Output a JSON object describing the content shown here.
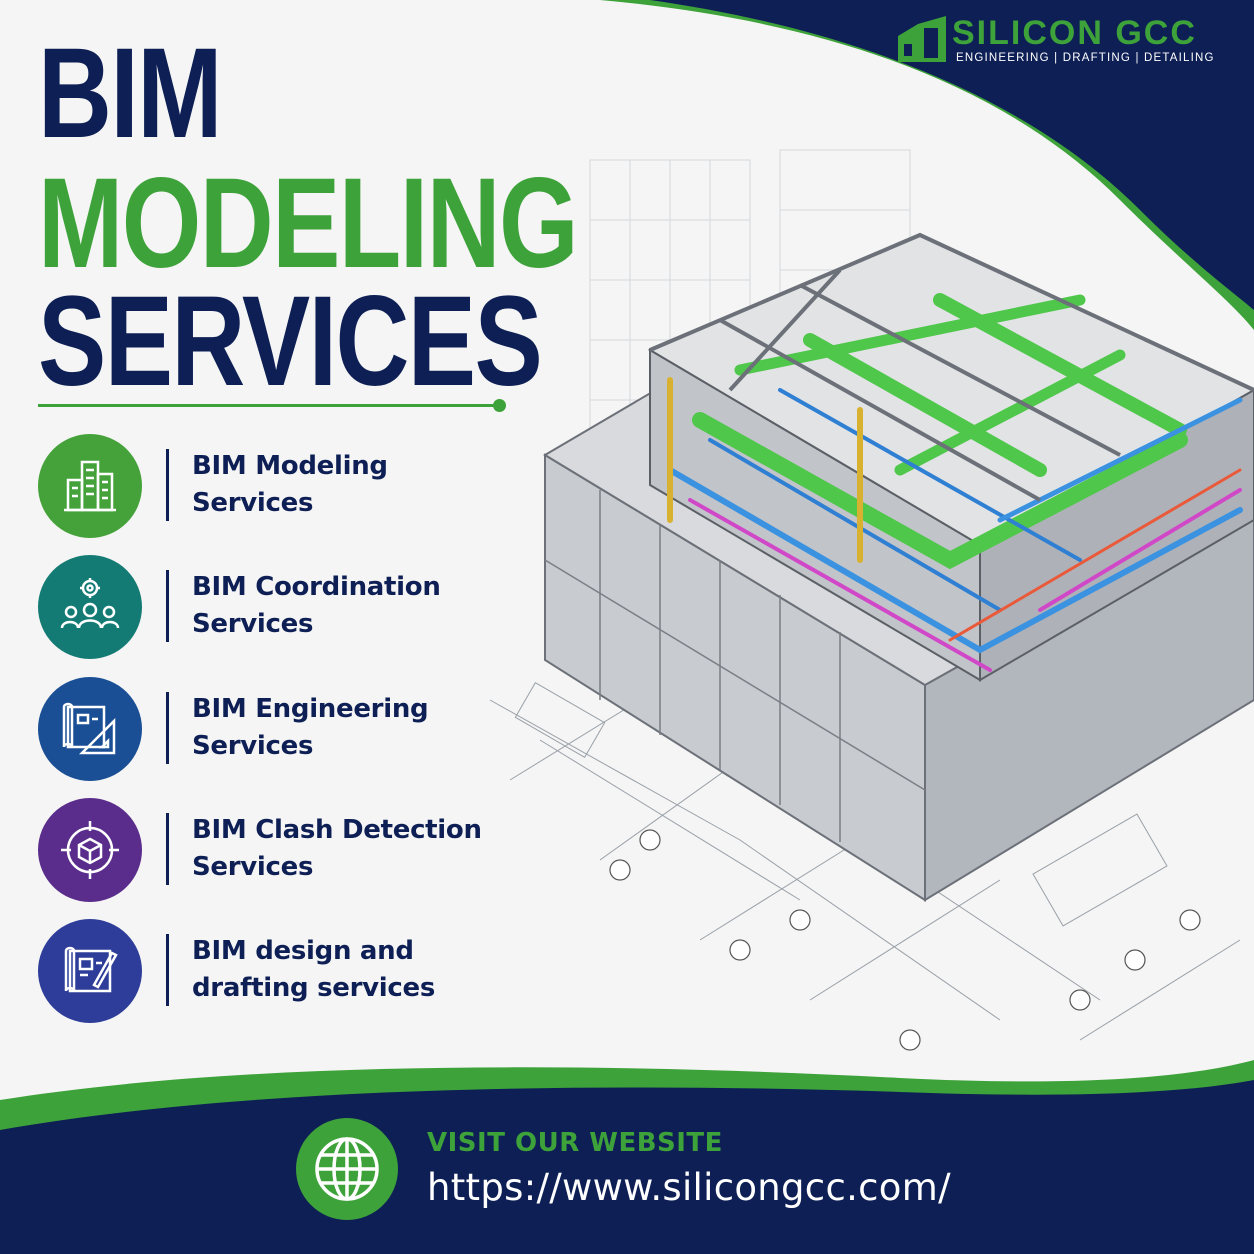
{
  "headline": {
    "line1": "BIM",
    "line2": "MODELING",
    "line3": "SERVICES"
  },
  "logo": {
    "name": "SILICON GCC",
    "tagline": "ENGINEERING  |  DRAFTING  |  DETAILING"
  },
  "services": [
    {
      "line1": "BIM Modeling",
      "line2": "Services",
      "icon": "building-icon",
      "color": "#45a23a"
    },
    {
      "line1": "BIM Coordination",
      "line2": "Services",
      "icon": "team-gear-icon",
      "color": "#137b74"
    },
    {
      "line1": "BIM Engineering",
      "line2": "Services",
      "icon": "blueprint-ruler-icon",
      "color": "#1a4f96"
    },
    {
      "line1": "BIM Clash Detection",
      "line2": "Services",
      "icon": "target-cube-icon",
      "color": "#5a2d8c"
    },
    {
      "line1": "BIM design and",
      "line2": "drafting services",
      "icon": "drafting-pen-icon",
      "color": "#2d3d99"
    }
  ],
  "footer": {
    "label": "VISIT OUR WEBSITE",
    "url": "https://www.silicongcc.com/",
    "icon": "globe-icon"
  },
  "colors": {
    "navy": "#0d1f55",
    "green": "#3ea23a",
    "background": "#f4f5f4"
  }
}
